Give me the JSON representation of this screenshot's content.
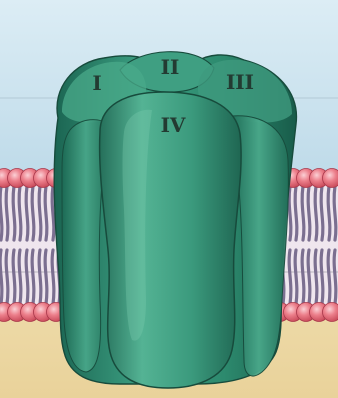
{
  "diagram": {
    "subunits": [
      {
        "key": "I",
        "label": "I"
      },
      {
        "key": "II",
        "label": "II"
      },
      {
        "key": "III",
        "label": "III"
      },
      {
        "key": "IV",
        "label": "IV"
      }
    ],
    "colors": {
      "sky": "#cfe6f1",
      "sky_bottom": "#bfdcea",
      "floor": "#efdcaa",
      "head": "#e9707c",
      "tail": "#8c7f9e",
      "protein_dark": "#1f6d58",
      "protein_mid": "#2f8f74",
      "protein_light": "#4fae91",
      "outline": "#174b3c"
    }
  }
}
